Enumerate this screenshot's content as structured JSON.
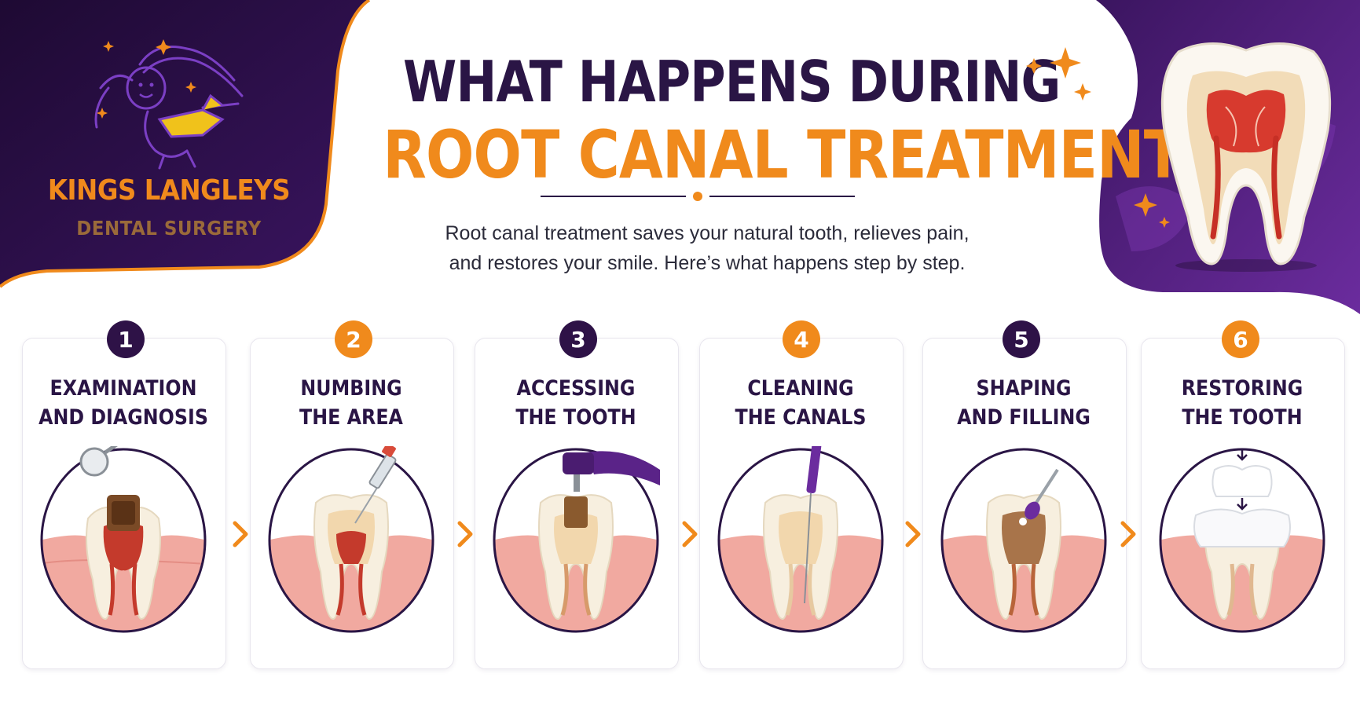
{
  "brand": {
    "name_line1": "KINGS LANGLEYS",
    "name_line2": "DENTAL SURGERY"
  },
  "headline": {
    "line1": "WHAT HAPPENS DURING",
    "line2": "ROOT CANAL TREATMENT?"
  },
  "intro": {
    "line1": "Root canal treatment saves your natural tooth, relieves pain,",
    "line2": "and restores your smile. Here’s what happens step by step."
  },
  "steps": [
    {
      "number": "1",
      "title_line1": "EXAMINATION",
      "title_line2": "AND DIAGNOSIS",
      "badge_color": "#2e1247",
      "icon": "mirror-icon"
    },
    {
      "number": "2",
      "title_line1": "NUMBING",
      "title_line2": "THE AREA",
      "badge_color": "#f08a1c",
      "icon": "syringe-icon"
    },
    {
      "number": "3",
      "title_line1": "ACCESSING",
      "title_line2": "THE TOOTH",
      "badge_color": "#2e1247",
      "icon": "drill-icon"
    },
    {
      "number": "4",
      "title_line1": "CLEANING",
      "title_line2": "THE CANALS",
      "badge_color": "#f08a1c",
      "icon": "file-icon"
    },
    {
      "number": "5",
      "title_line1": "SHAPING",
      "title_line2": "AND FILLING",
      "badge_color": "#2e1247",
      "icon": "filling-instrument-icon"
    },
    {
      "number": "6",
      "title_line1": "RESTORING",
      "title_line2": "THE TOOTH",
      "badge_color": "#f08a1c",
      "icon": "crown-icon"
    }
  ],
  "colors": {
    "purple_dark": "#2e1247",
    "purple": "#5a2388",
    "orange": "#f08a1c",
    "navy_text": "#2a1545"
  }
}
